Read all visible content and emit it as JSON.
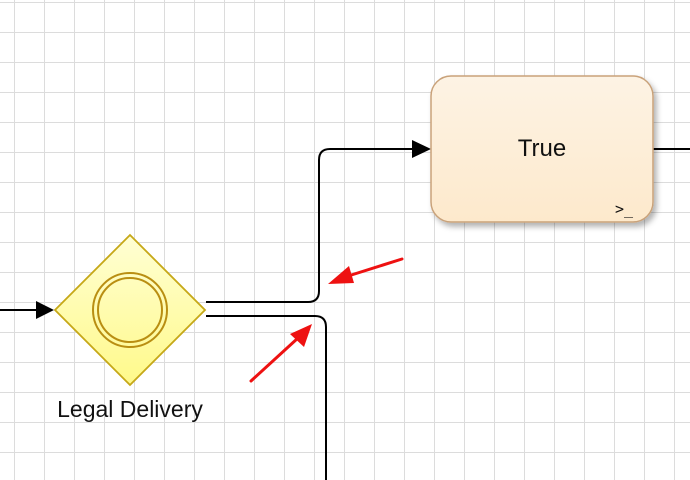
{
  "diagram": {
    "task": {
      "label": "True",
      "marker_glyph": ">_",
      "marker_icon": "script-prompt-icon",
      "fill_top": "#fdf3e4",
      "fill_bottom": "#fde8c8",
      "stroke": "#c9a27a"
    },
    "gateway": {
      "label": "Legal Delivery",
      "icon": "event-based-gateway-icon",
      "fill_top": "#ffffd0",
      "fill_bottom": "#fffa90",
      "stroke": "#c6a818"
    },
    "annotations": {
      "arrow_color": "#ee1111",
      "count": 2
    },
    "connector_color": "#000000",
    "grid_color": "#dcdcdc"
  }
}
